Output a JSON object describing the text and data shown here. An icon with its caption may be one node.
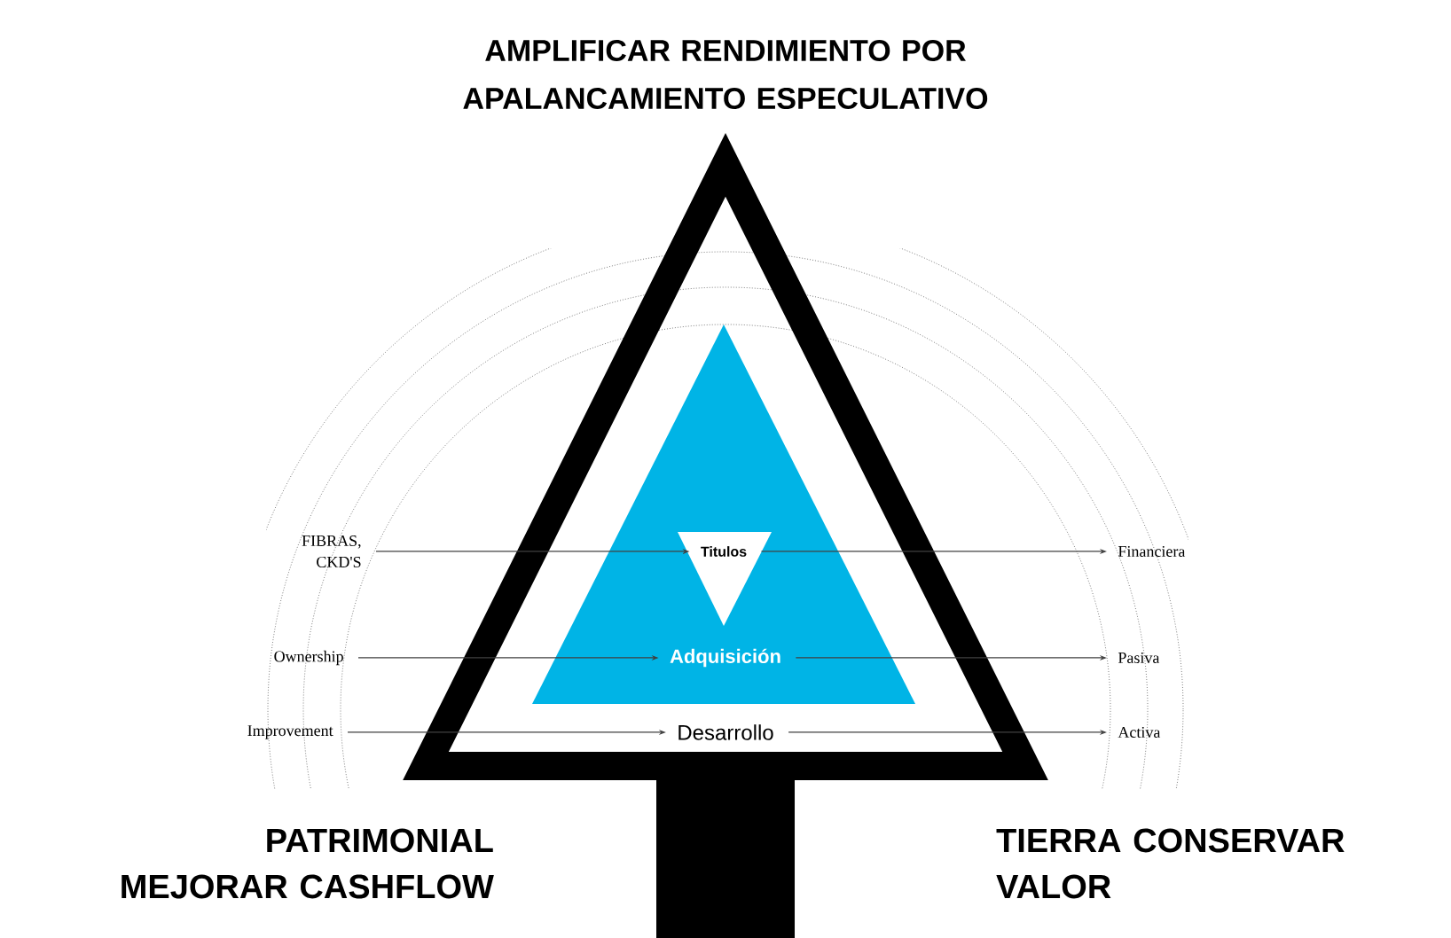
{
  "diagram": {
    "title": "AMPLIFICAR RENDIMIENTO POR APALANCAMIENTO ESPECULATIVO",
    "nodes": [
      {
        "text": [
          "Desarrollo"
        ]
      },
      {
        "text": [
          "Adquisición"
        ],
        "in": 0
      },
      {
        "text": [
          "Titulos"
        ],
        "in": 1
      },
      {
        "text": [
          "FIBRAS, CKD'S"
        ]
      },
      {
        "text": [
          "Financiera"
        ]
      },
      {
        "text": [
          "Ownership"
        ]
      },
      {
        "text": [
          "Pasiva"
        ]
      },
      {
        "text": [
          "Improvement"
        ]
      },
      {
        "text": [
          "Activa"
        ]
      }
    ],
    "edges": [
      {
        "from": 3,
        "to": 2,
        "arrow": "to"
      },
      {
        "from": 2,
        "to": 4,
        "arrow": "to"
      },
      {
        "from": 5,
        "to": 1,
        "arrow": "to"
      },
      {
        "from": 1,
        "to": 6,
        "arrow": "to"
      },
      {
        "from": 7,
        "to": 0,
        "arrow": "to"
      },
      {
        "from": 0,
        "to": 8,
        "arrow": "to"
      }
    ],
    "labels": [
      "PATRIMONIAL MEJORAR CASHFLOW",
      "TIERRA CONSERVAR VALOR"
    ]
  }
}
